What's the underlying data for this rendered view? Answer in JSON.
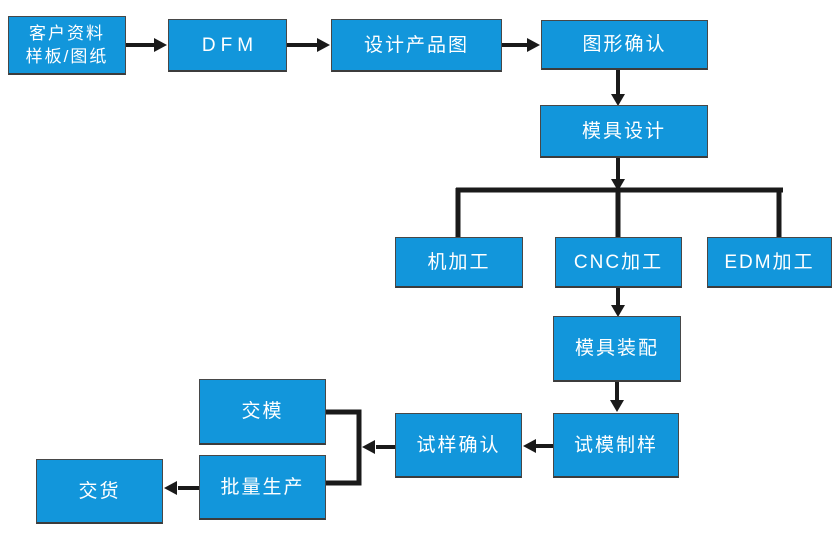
{
  "diagram": {
    "title": "mold-making process flowchart",
    "background": "#ffffff",
    "colors": {
      "node_fill": "#1296db",
      "node_border": "#474747",
      "node_text": "#ffffff",
      "arrow": "#1a1a1a"
    },
    "nodes": [
      {
        "id": "customer-info",
        "label": "客户资料\n样板/图纸"
      },
      {
        "id": "dfm",
        "label": "DFM"
      },
      {
        "id": "product-design",
        "label": "设计产品图"
      },
      {
        "id": "drawing-confirm",
        "label": "图形确认"
      },
      {
        "id": "mold-design",
        "label": "模具设计"
      },
      {
        "id": "machining",
        "label": "机加工"
      },
      {
        "id": "cnc-machining",
        "label": "CNC加工"
      },
      {
        "id": "edm-machining",
        "label": "EDM加工"
      },
      {
        "id": "mold-assembly",
        "label": "模具装配"
      },
      {
        "id": "trial-molding",
        "label": "试模制样"
      },
      {
        "id": "sample-confirm",
        "label": "试样确认"
      },
      {
        "id": "mold-delivery",
        "label": "交模"
      },
      {
        "id": "mass-production",
        "label": "批量生产"
      },
      {
        "id": "delivery",
        "label": "交货"
      }
    ],
    "edges": [
      {
        "from": "customer-info",
        "to": "dfm"
      },
      {
        "from": "dfm",
        "to": "product-design"
      },
      {
        "from": "product-design",
        "to": "drawing-confirm"
      },
      {
        "from": "drawing-confirm",
        "to": "mold-design"
      },
      {
        "from": "mold-design",
        "to": "machining"
      },
      {
        "from": "mold-design",
        "to": "cnc-machining"
      },
      {
        "from": "mold-design",
        "to": "edm-machining"
      },
      {
        "from": "cnc-machining",
        "to": "mold-assembly"
      },
      {
        "from": "mold-assembly",
        "to": "trial-molding"
      },
      {
        "from": "trial-molding",
        "to": "sample-confirm"
      },
      {
        "from": "sample-confirm",
        "to": "mold-delivery"
      },
      {
        "from": "sample-confirm",
        "to": "mass-production"
      },
      {
        "from": "mass-production",
        "to": "delivery"
      }
    ]
  }
}
